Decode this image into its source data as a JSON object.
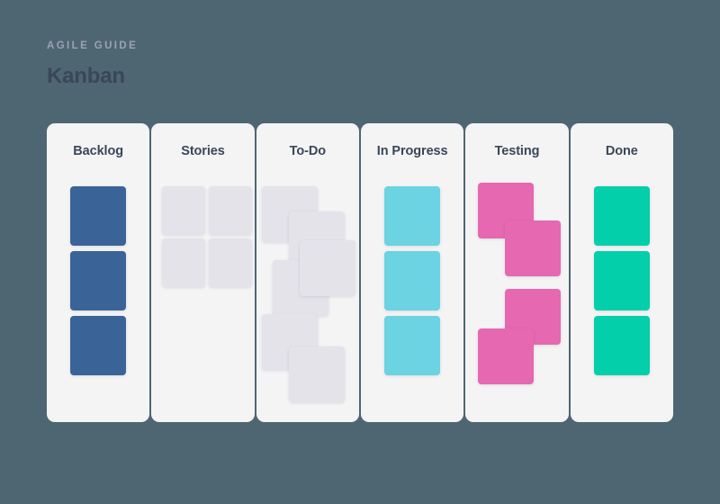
{
  "page": {
    "background_color": "#4e6672",
    "eyebrow": "AGILE GUIDE",
    "title": "Kanban"
  },
  "board": {
    "column_background": "#f4f4f5",
    "column_title_color": "#3a4758",
    "columns": [
      {
        "id": "backlog",
        "label": "Backlog",
        "layout": "stack",
        "card_color": "#3a6498",
        "card_count": 3,
        "cards": [
          {
            "color": "#3a6498"
          },
          {
            "color": "#3a6498"
          },
          {
            "color": "#3a6498"
          }
        ]
      },
      {
        "id": "stories",
        "label": "Stories",
        "layout": "grid",
        "card_color": "#e4e3ea",
        "card_count": 4,
        "cards": [
          {
            "color": "#e4e3ea"
          },
          {
            "color": "#e4e3ea"
          },
          {
            "color": "#e4e3ea"
          },
          {
            "color": "#e4e3ea"
          }
        ]
      },
      {
        "id": "to-do",
        "label": "To-Do",
        "layout": "stagger",
        "card_color": "#e4e3ea",
        "card_count": 6,
        "cards": [
          {
            "color": "#e4e3ea"
          },
          {
            "color": "#e4e3ea"
          },
          {
            "color": "#e4e3ea"
          },
          {
            "color": "#e4e3ea"
          },
          {
            "color": "#e4e3ea"
          },
          {
            "color": "#e4e3ea"
          }
        ]
      },
      {
        "id": "in-progress",
        "label": "In Progress",
        "layout": "stack",
        "card_color": "#6bd3e2",
        "card_count": 3,
        "cards": [
          {
            "color": "#6bd3e2"
          },
          {
            "color": "#6bd3e2"
          },
          {
            "color": "#6bd3e2"
          }
        ]
      },
      {
        "id": "testing",
        "label": "Testing",
        "layout": "zigzag",
        "card_color": "#e568b0",
        "card_count": 4,
        "cards": [
          {
            "color": "#e568b0"
          },
          {
            "color": "#e568b0"
          },
          {
            "color": "#e568b0"
          },
          {
            "color": "#e568b0"
          }
        ]
      },
      {
        "id": "done",
        "label": "Done",
        "layout": "stack",
        "card_color": "#03cfab",
        "card_count": 3,
        "cards": [
          {
            "color": "#03cfab"
          },
          {
            "color": "#03cfab"
          },
          {
            "color": "#03cfab"
          }
        ]
      }
    ]
  }
}
